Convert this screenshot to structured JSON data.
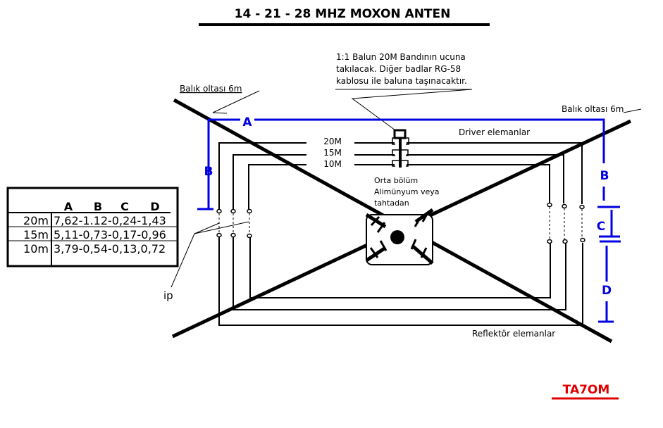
{
  "title": "14 - 21 - 28 MHZ MOXON ANTEN",
  "balun_note": [
    "1:1 Balun 20M Bandının ucuna",
    "takılacak. Diğer badlar RG-58",
    "kablosu ile baluna taşınacaktır."
  ],
  "fishing_rod_left": "Balık oltası 6m",
  "fishing_rod_right": "Balık oltası 6m",
  "driver_label": "Driver elemanlar",
  "reflector_label": "Reflektör elemanlar",
  "center_note": [
    "Orta bölüm",
    "Alimünyum veya",
    "tahtadan"
  ],
  "bands": [
    "20M",
    "15M",
    "10M"
  ],
  "dims": {
    "a": "A",
    "b_left": "B",
    "b_right": "B",
    "c": "C",
    "d": "D"
  },
  "ip_label": "ip",
  "callsign": "TA7OM",
  "colors": {
    "dimension": "#0000e0",
    "callsign": "#e00000"
  },
  "table": {
    "headers": [
      "A",
      "B",
      "C",
      "D"
    ],
    "rows": [
      {
        "band": "20m",
        "values": "7,62-1.12-0,24-1,43"
      },
      {
        "band": "15m",
        "values": "5,11-0,73-0,17-0,96"
      },
      {
        "band": "10m",
        "values": "3,79-0,54-0,13,0,72"
      }
    ]
  }
}
